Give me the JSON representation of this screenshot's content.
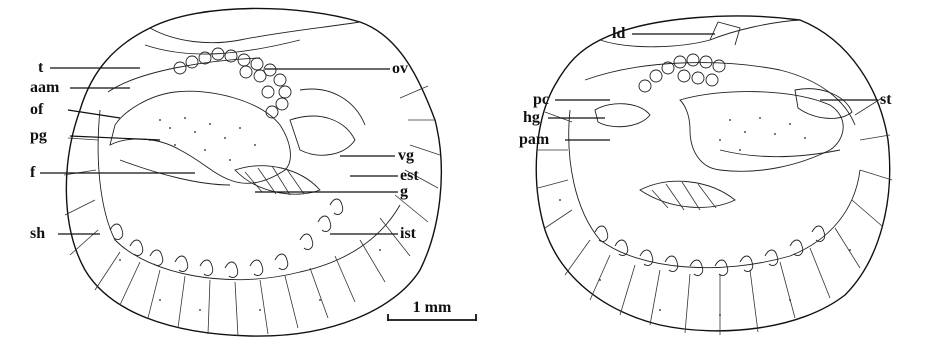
{
  "figure": {
    "left_specimen": {
      "labels": {
        "t": "t",
        "aam": "aam",
        "of": "of",
        "pg": "pg",
        "f": "f",
        "sh": "sh",
        "ov": "ov",
        "vg": "vg",
        "est": "est",
        "g": "g",
        "ist": "ist"
      }
    },
    "right_specimen": {
      "labels": {
        "ld": "ld",
        "pc": "pc",
        "hg": "hg",
        "pam": "pam",
        "st": "st"
      }
    },
    "scale_bar": {
      "label": "1 mm"
    }
  }
}
